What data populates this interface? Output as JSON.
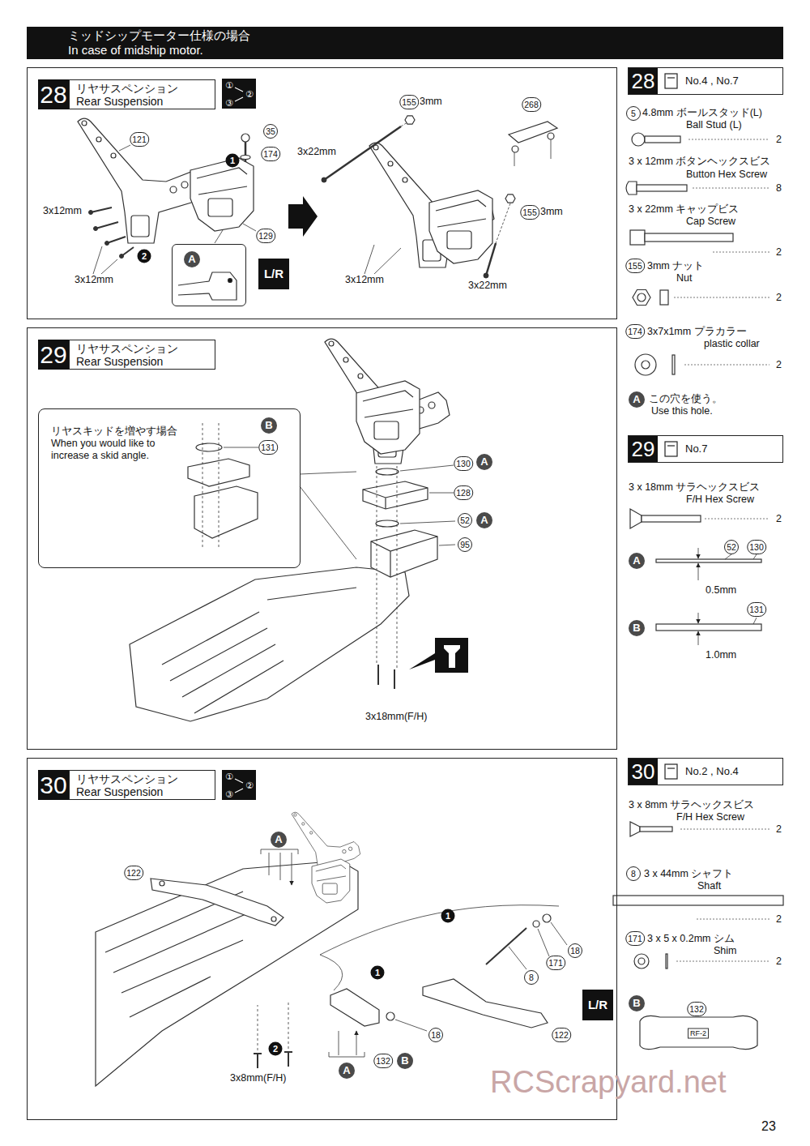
{
  "diagram": {
    "nodes": [
      {
        "text": [
          "ミッドシップモーター仕様の場合",
          "In case of midship motor."
        ]
      },
      {
        "text": [
          "28",
          "リヤサスペンション Rear Suspension"
        ]
      },
      {
        "text": [
          "A"
        ],
        "in": 1
      },
      {
        "text": [
          "28",
          "No.4 , No.7"
        ]
      },
      {
        "text": [
          "29",
          "リヤサスペンション Rear Suspension"
        ]
      },
      {
        "text": [
          "リヤスキッドを増やす場合 When you would like to increase a skid angle."
        ],
        "in": 4
      },
      {
        "text": [
          "29",
          "No.7"
        ]
      },
      {
        "text": [
          "30",
          "リヤサスペンション Rear Suspension"
        ]
      },
      {
        "text": [
          "30",
          "No.2 , No.4"
        ]
      }
    ],
    "labels": [
      "①",
      "②",
      "③",
      "121",
      "35",
      "1",
      "174",
      "3x12mm",
      "129",
      "2",
      "3x12mm",
      "L/R",
      "155",
      "3mm",
      "268",
      "3x22mm",
      "155",
      "3mm",
      "3x12mm",
      "3x22mm",
      "5",
      "4.8mm ボールスタッド(L)",
      "Ball Stud (L)",
      "2",
      "3 x 12mm ボタンヘックスビス",
      "Button Hex Screw",
      "8",
      "3 x 22mm キャップビス",
      "Cap Screw",
      "2",
      "155",
      "3mm ナット",
      "Nut",
      "2",
      "174",
      "3x7x1mm プラカラー",
      "plastic collar",
      "2",
      "A",
      "この穴を使う。",
      "Use this hole.",
      "B",
      "131",
      "130",
      "A",
      "128",
      "52",
      "A",
      "95",
      "3x18mm(F/H)",
      "3 x 18mm サラヘックスビス",
      "F/H Hex Screw",
      "2",
      "52",
      "130",
      "A",
      "0.5mm",
      "131",
      "B",
      "1.0mm",
      "①",
      "②",
      "③",
      "A",
      "122",
      "1",
      "18",
      "171",
      "8",
      "1",
      "18",
      "122",
      "2",
      "132",
      "B",
      "A",
      "3x8mm(F/H)",
      "L/R",
      "3 x 8mm サラヘックスビス",
      "F/H Hex Screw",
      "2",
      "8",
      "3 x 44mm シャフト",
      "Shaft",
      "2",
      "171",
      "3 x 5 x 0.2mm シム",
      "Shim",
      "2",
      "B",
      "132",
      "RF-2",
      "RCScrapyard.net",
      "23"
    ]
  }
}
